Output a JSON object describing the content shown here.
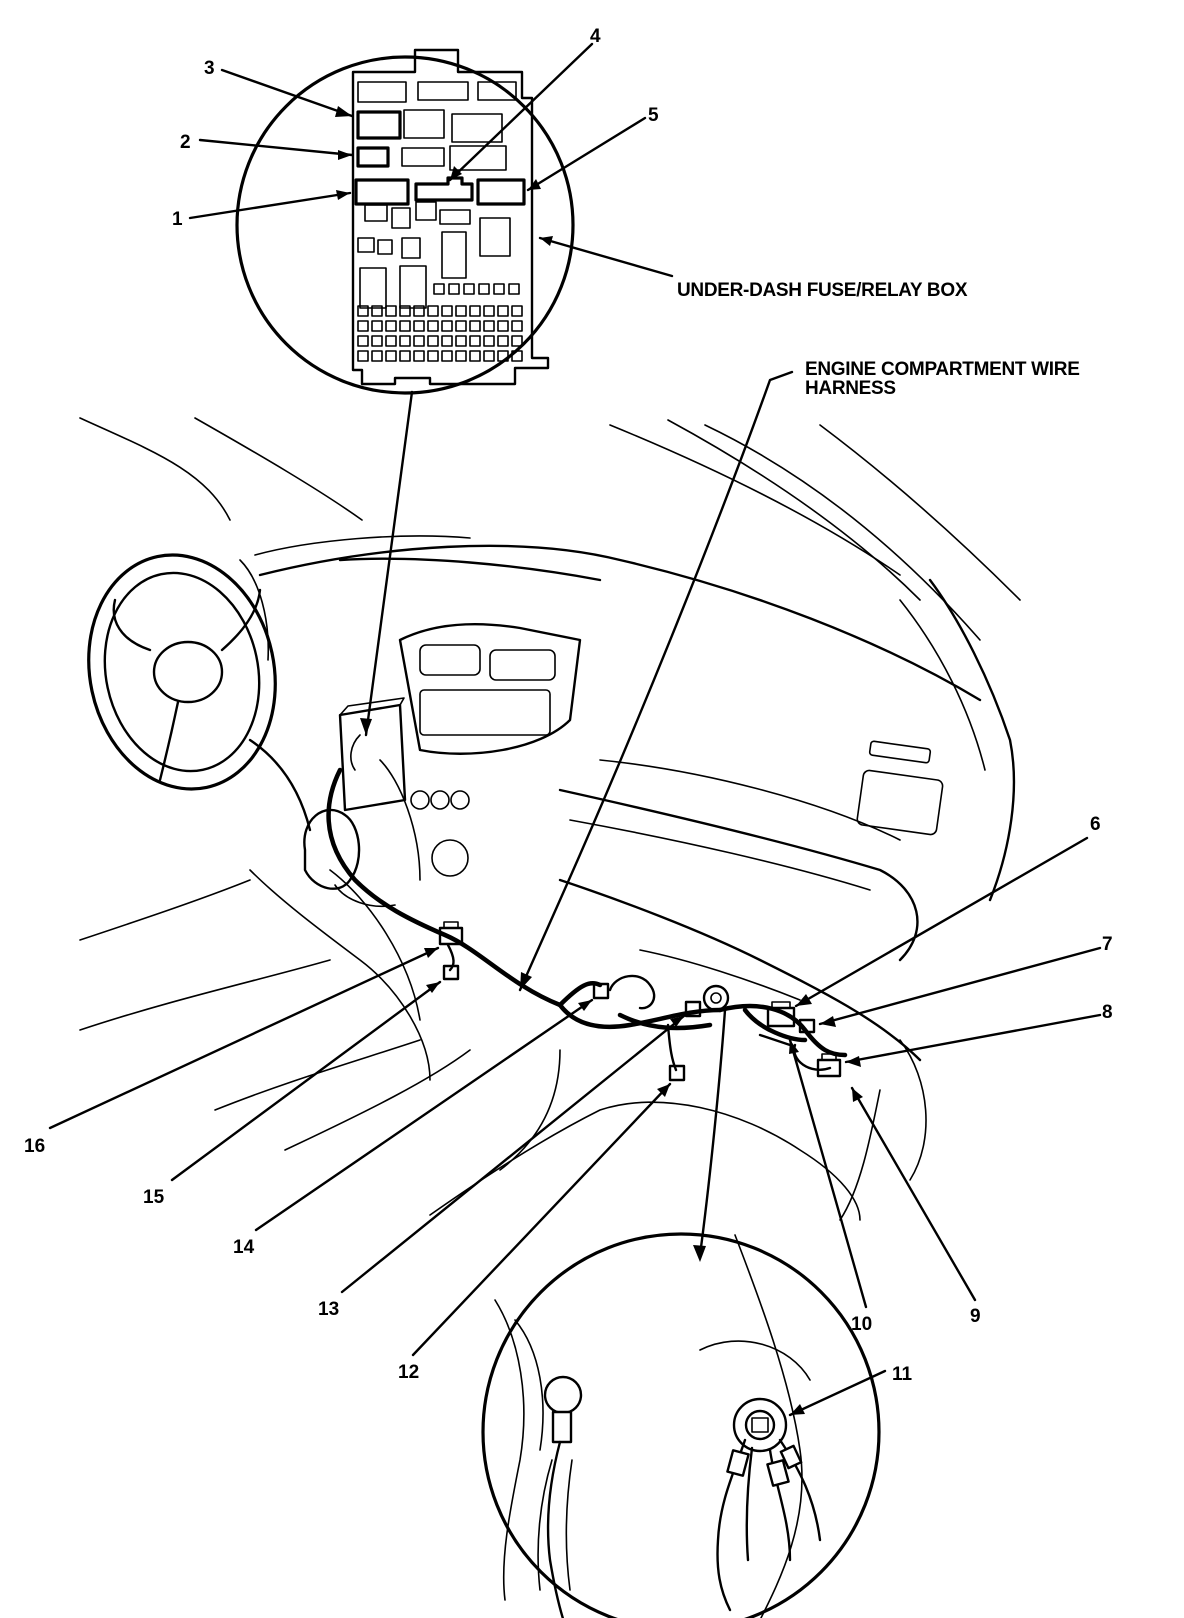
{
  "diagram": {
    "labels": {
      "fuse_box": "UNDER-DASH FUSE/RELAY BOX",
      "harness_line1": "ENGINE COMPARTMENT WIRE",
      "harness_line2": "HARNESS"
    },
    "callouts": [
      "1",
      "2",
      "3",
      "4",
      "5",
      "6",
      "7",
      "8",
      "9",
      "10",
      "11",
      "12",
      "13",
      "14",
      "15",
      "16"
    ]
  }
}
